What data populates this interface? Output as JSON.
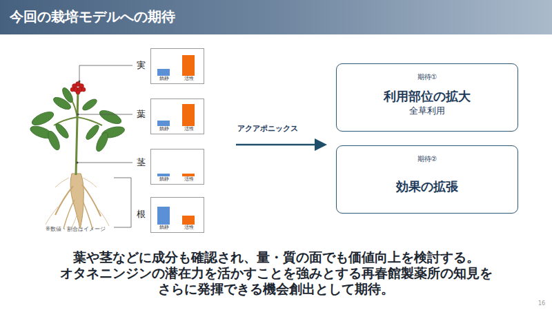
{
  "diagram": {
    "title": "今回の栽培モデルへの期待",
    "caption": "葉や茎などに成分も確認され、量・質の面でも価値向上を検討する。 オタネニンジンの潜在力を活かすことを強みとする再春館製薬所の知見を さらに発揮できる機会創出として期待。",
    "nodes": [
      {
        "text": [
          "鎮静",
          "活性"
        ]
      },
      {
        "text": [
          "鎮静",
          "活性"
        ]
      },
      {
        "text": [
          "鎮静",
          "活性"
        ]
      },
      {
        "text": [
          "鎮静",
          "活性"
        ]
      },
      {
        "text": [
          "期待①",
          "利用部位の拡大",
          "全草利用"
        ]
      },
      {
        "text": [
          "期待②",
          "効果の拡張"
        ]
      }
    ],
    "labels": [
      "実",
      "葉",
      "茎",
      "根",
      "※数値・割合はイメージ",
      "アクアポニックス",
      "16"
    ]
  }
}
